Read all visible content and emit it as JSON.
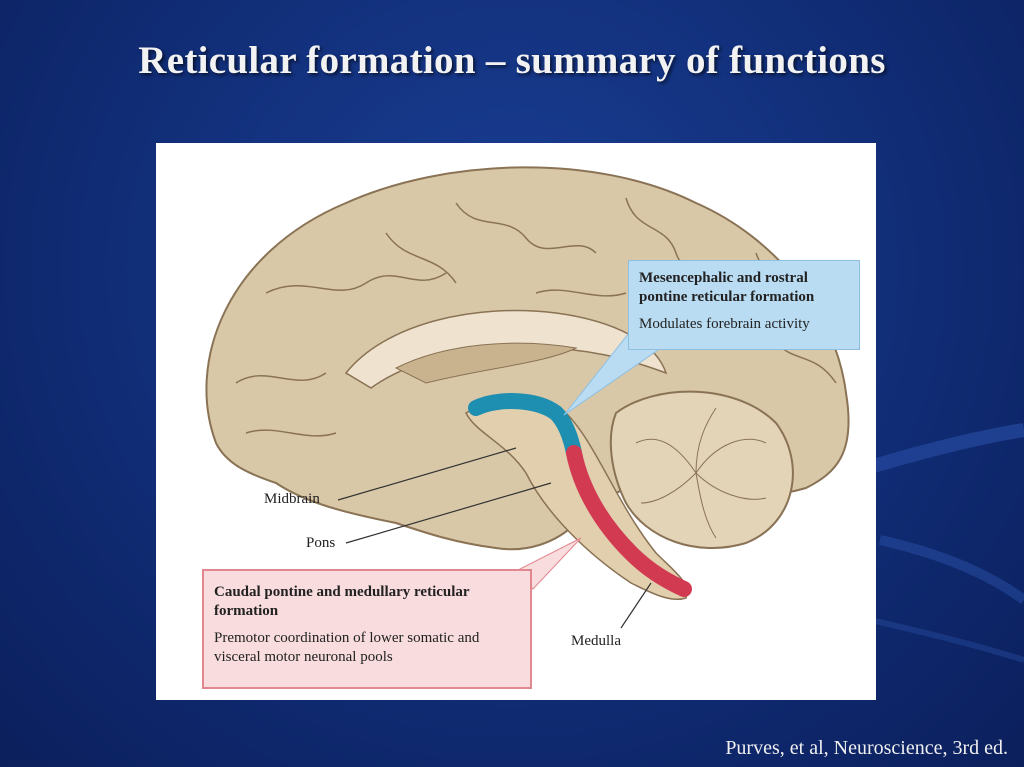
{
  "slide": {
    "title": "Reticular formation – summary of functions",
    "credit": "Purves, et al, Neuroscience, 3rd ed."
  },
  "diagram": {
    "callouts": {
      "rostral": {
        "title": "Mesencephalic and rostral pontine reticular formation",
        "description": "Modulates forebrain activity",
        "color": "#b9dcf3"
      },
      "caudal": {
        "title": "Caudal pontine and medullary reticular formation",
        "description": "Premotor coordination of lower somatic and visceral motor neuronal pools",
        "color": "#f9dcdd"
      }
    },
    "labels": {
      "midbrain": "Midbrain",
      "pons": "Pons",
      "medulla": "Medulla"
    },
    "colors": {
      "rostral_rf": "#1e8fb0",
      "caudal_rf": "#d23a52",
      "brain_tissue": "#d8c7a7",
      "background": "#12307c"
    }
  }
}
